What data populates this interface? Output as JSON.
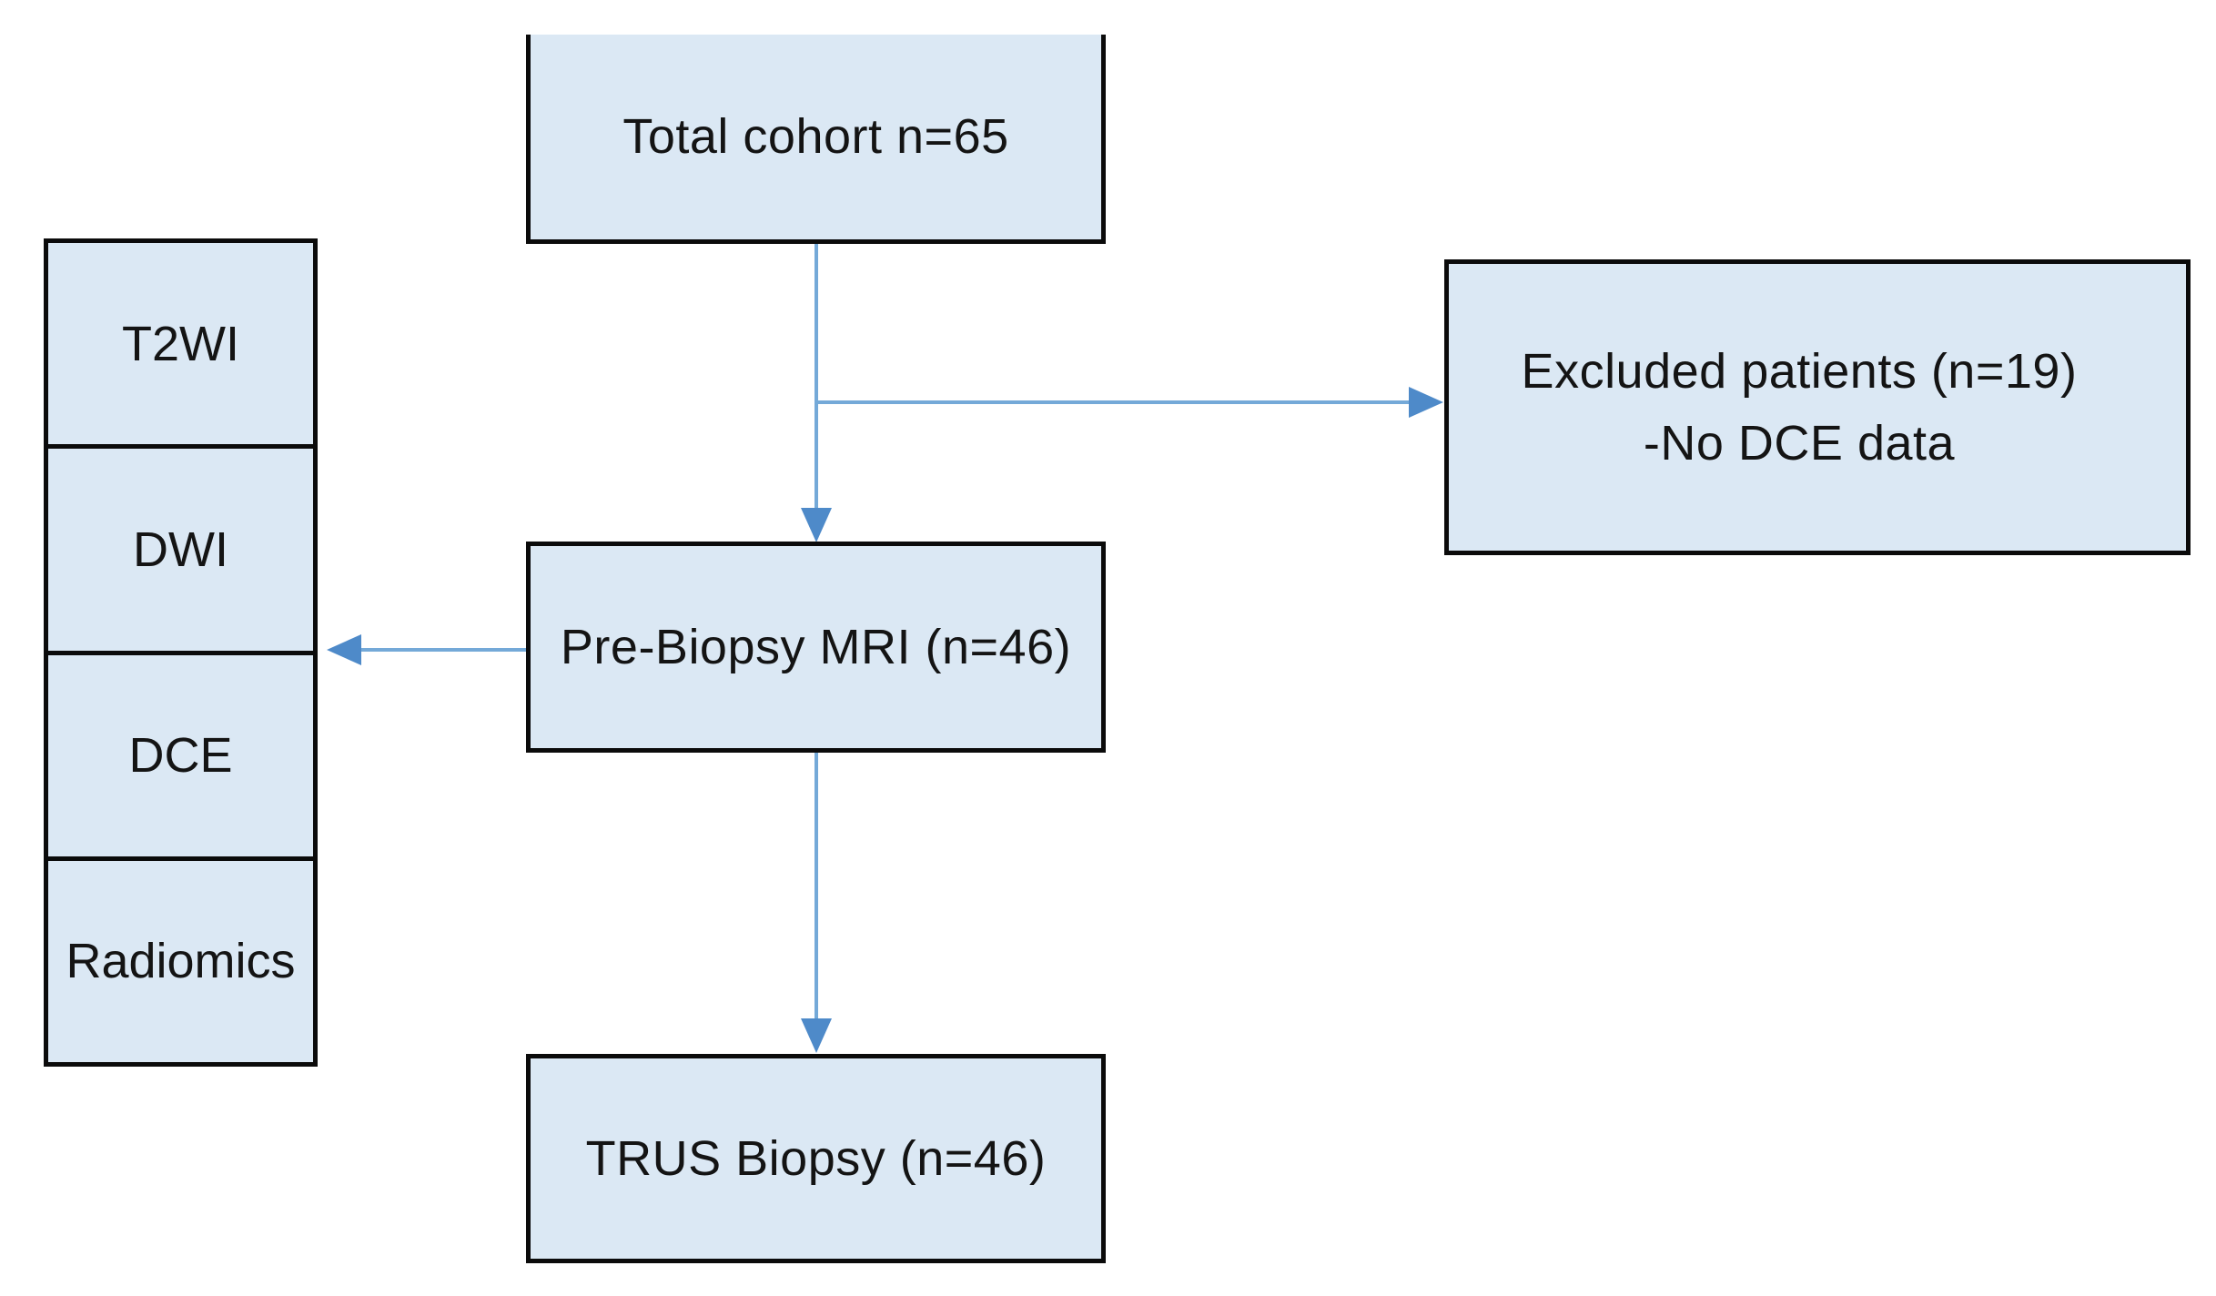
{
  "figure": {
    "background": "#ffffff",
    "nodes": {
      "total_cohort": {
        "label": "Total cohort n=65"
      },
      "pre_biopsy_mri": {
        "label": "Pre-Biopsy MRI (n=46)"
      },
      "trus_biopsy": {
        "label": "TRUS Biopsy (n=46)"
      },
      "excluded_patients": {
        "line1": "Excluded patients (n=19)",
        "line2": "-No DCE data"
      },
      "modalities": [
        "T2WI",
        "DWI",
        "DCE",
        "Radiomics"
      ]
    },
    "colors": {
      "box_fill": "#dbe8f4",
      "box_border": "#0b0b0b",
      "arrow_line": "#74a9d8",
      "arrow_head": "#4e8ac9",
      "text": "#141414"
    }
  }
}
